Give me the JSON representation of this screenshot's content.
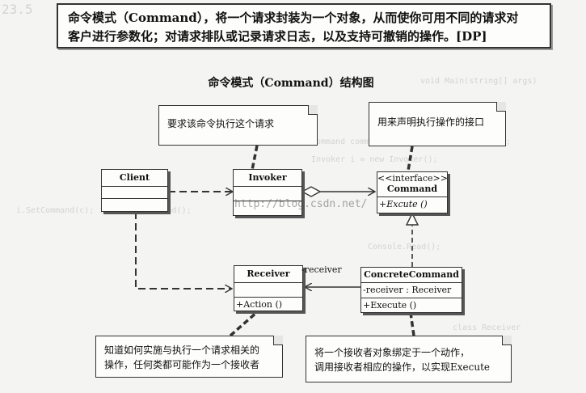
{
  "definition": {
    "term": "命令模式（Command）",
    "line1_rest": "，将一个请求封装为一个对象，从而使你可用不同的请求对",
    "line2": "客户进行参数化；对请求排队或记录请求日志，以及支持可撤销的操作。[DP]"
  },
  "diagram": {
    "title": "命令模式（Command）结构图",
    "notes": {
      "invoker_note": "要求该命令执行这个请求",
      "command_note": "用来声明执行操作的接口",
      "receiver_note_line1": "知道如何实施与执行一个请求相关的",
      "receiver_note_line2": "操作，任何类都可能作为一个接收者",
      "concrete_note_line1": "将一个接收者对象绑定于一个动作，",
      "concrete_note_line2": "调用接收者相应的操作，以实现Execute"
    },
    "classes": {
      "client": {
        "name": "Client"
      },
      "invoker": {
        "name": "Invoker"
      },
      "command": {
        "stereotype": "<<interface>>",
        "name": "Command",
        "operation": "+Excute ()"
      },
      "receiver": {
        "name": "Receiver",
        "operation": "+Action ()"
      },
      "concrete": {
        "name": "ConcreteCommand",
        "attribute": "-receiver  : Receiver",
        "operation": "+Execute ()"
      }
    },
    "association_label": "-receiver"
  },
  "watermark": "http://blog.csdn.net/"
}
